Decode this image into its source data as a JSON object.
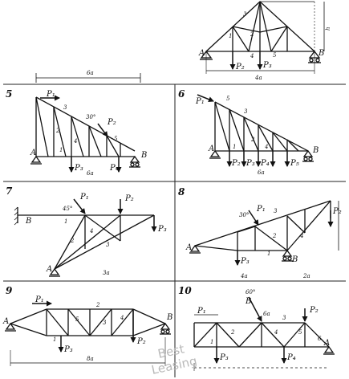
{
  "panels": {
    "p4": {
      "dims": {
        "width": "4a",
        "height": "h"
      },
      "labels": {
        "A": "A",
        "B": "B",
        "P2": "P₂",
        "P3": "P₃"
      },
      "members": [
        "1",
        "2",
        "3",
        "4",
        "5"
      ]
    },
    "p5": {
      "number": "5",
      "dims": {
        "width": "6a",
        "bottom": "6a"
      },
      "angle": "30°",
      "labels": {
        "A": "A",
        "B": "B",
        "P1": "P₁",
        "P2": "P₂",
        "P3": "P₃",
        "P4": "P₄"
      },
      "members": [
        "1",
        "2",
        "3",
        "4",
        "5"
      ]
    },
    "p6": {
      "number": "6",
      "dims": {
        "bottom": "6a"
      },
      "labels": {
        "A": "A",
        "B": "B",
        "P1": "P₁",
        "P2": "P₂",
        "P3": "P₃",
        "P4": "P₄",
        "P5": "P₅"
      },
      "members": [
        "1",
        "2",
        "3",
        "4",
        "5"
      ]
    },
    "p7": {
      "number": "7",
      "dims": {
        "bottom": "3a"
      },
      "angle": "45°",
      "labels": {
        "A": "A",
        "B": "B",
        "P1": "P₁",
        "P2": "P₂",
        "P3": "P₃"
      },
      "members": [
        "1",
        "2",
        "3",
        "4"
      ]
    },
    "p8": {
      "number": "8",
      "dims": {
        "bottom_left": "4a",
        "bottom_right": "2a"
      },
      "angle": "30°",
      "labels": {
        "A": "A",
        "B": "B",
        "P1": "P₁",
        "P2": "P₂",
        "P3": "P₃"
      },
      "members": [
        "1",
        "2",
        "3",
        "4"
      ]
    },
    "p9": {
      "number": "9",
      "dims": {
        "bottom": "8a"
      },
      "labels": {
        "A": "A",
        "B": "B",
        "P1": "P₁",
        "P2": "P₂",
        "P3": "P₃"
      },
      "members": [
        "1",
        "2",
        "3",
        "4",
        "5"
      ]
    },
    "p10": {
      "number": "10",
      "dims": {
        "top": "6a"
      },
      "angle": "60°",
      "labels": {
        "A": "A",
        "B": "B",
        "P1": "P₁",
        "P2": "P₂",
        "P3": "P₃",
        "P4": "P₄"
      },
      "members": [
        "1",
        "2",
        "3",
        "4",
        "5",
        "6"
      ]
    }
  },
  "watermark": {
    "line1": "Best",
    "line2": "Leasing"
  }
}
